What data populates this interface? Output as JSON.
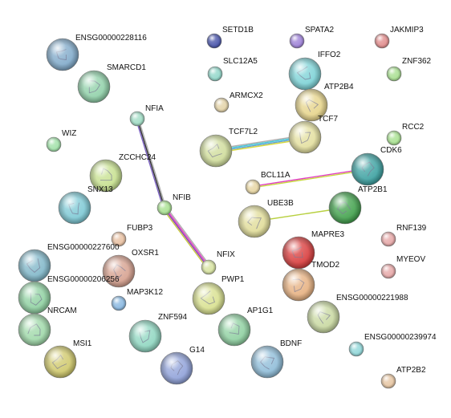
{
  "nodes": [
    {
      "id": "ENSG00000228116",
      "color": "#7fa9c9",
      "size": "large",
      "structure": true
    },
    {
      "id": "SETD1B",
      "color": "#4450a8",
      "size": "small",
      "structure": false
    },
    {
      "id": "SPATA2",
      "color": "#9b7ed6",
      "size": "small",
      "structure": false
    },
    {
      "id": "JAKMIP3",
      "color": "#e08a8a",
      "size": "small",
      "structure": false
    },
    {
      "id": "SMARCD1",
      "color": "#8fd0a8",
      "size": "large",
      "structure": true
    },
    {
      "id": "SLC12A5",
      "color": "#8fd6c8",
      "size": "small",
      "structure": false
    },
    {
      "id": "IFFO2",
      "color": "#7cd2d6",
      "size": "large",
      "structure": true
    },
    {
      "id": "ZNF362",
      "color": "#a6de8e",
      "size": "small",
      "structure": false
    },
    {
      "id": "ATP2B4",
      "color": "#e6d48a",
      "size": "large",
      "structure": true
    },
    {
      "id": "ARMCX2",
      "color": "#e3d2a6",
      "size": "small",
      "structure": false
    },
    {
      "id": "NFIA",
      "color": "#9fdcc4",
      "size": "small",
      "structure": false
    },
    {
      "id": "TCF7",
      "color": "#e3df9e",
      "size": "large",
      "structure": true
    },
    {
      "id": "WIZ",
      "color": "#9ee0a6",
      "size": "small",
      "structure": false
    },
    {
      "id": "TCF7L2",
      "color": "#cfdc9a",
      "size": "large",
      "structure": true
    },
    {
      "id": "RCC2",
      "color": "#a6e08e",
      "size": "small",
      "structure": false
    },
    {
      "id": "CDK6",
      "color": "#3aa0a0",
      "size": "large",
      "structure": true
    },
    {
      "id": "ZCCHC24",
      "color": "#c6e08e",
      "size": "large",
      "structure": true
    },
    {
      "id": "BCL11A",
      "color": "#e6d4a0",
      "size": "small",
      "structure": false
    },
    {
      "id": "SNX13",
      "color": "#7cc8d4",
      "size": "large",
      "structure": true
    },
    {
      "id": "NFIB",
      "color": "#a6e08e",
      "size": "small",
      "structure": false
    },
    {
      "id": "ATP2B1",
      "color": "#3fa04a",
      "size": "large",
      "structure": true
    },
    {
      "id": "UBE3B",
      "color": "#e0dc98",
      "size": "large",
      "structure": true
    },
    {
      "id": "FUBP3",
      "color": "#e8bfa0",
      "size": "small",
      "structure": false
    },
    {
      "id": "RNF139",
      "color": "#e6a6a6",
      "size": "small",
      "structure": false
    },
    {
      "id": "ENSG00000227600",
      "color": "#7fb6c8",
      "size": "large",
      "structure": true
    },
    {
      "id": "MAPRE3",
      "color": "#d83a3a",
      "size": "large",
      "structure": true
    },
    {
      "id": "OXSR1",
      "color": "#d6a08e",
      "size": "large",
      "structure": true
    },
    {
      "id": "NFIX",
      "color": "#d6e29e",
      "size": "small",
      "structure": false
    },
    {
      "id": "MYEOV",
      "color": "#e6a6a6",
      "size": "small",
      "structure": false
    },
    {
      "id": "TMOD2",
      "color": "#e6b080",
      "size": "large",
      "structure": true
    },
    {
      "id": "ENSG00000206256",
      "color": "#8ed0a0",
      "size": "large",
      "structure": true
    },
    {
      "id": "PWP1",
      "color": "#d8e08e",
      "size": "large",
      "structure": true
    },
    {
      "id": "MAP3K12",
      "color": "#86b6e0",
      "size": "small",
      "structure": false
    },
    {
      "id": "ENSG00000221988",
      "color": "#c8d8a0",
      "size": "large",
      "structure": true
    },
    {
      "id": "NRCAM",
      "color": "#9ed8a8",
      "size": "large",
      "structure": true
    },
    {
      "id": "AP1G1",
      "color": "#8ed0a0",
      "size": "large",
      "structure": true
    },
    {
      "id": "ZNF594",
      "color": "#8ed6c0",
      "size": "large",
      "structure": true
    },
    {
      "id": "ENSG00000239974",
      "color": "#8ed6d8",
      "size": "small",
      "structure": false
    },
    {
      "id": "MSI1",
      "color": "#cfc86a",
      "size": "large",
      "structure": true
    },
    {
      "id": "BDNF",
      "color": "#8ebcd8",
      "size": "large",
      "structure": true
    },
    {
      "id": "G14",
      "color": "#8ea0d8",
      "size": "large",
      "structure": true
    },
    {
      "id": "ATP2B2",
      "color": "#e6c4a0",
      "size": "small",
      "structure": false
    }
  ],
  "edges": [
    {
      "source": "NFIA",
      "target": "NFIB",
      "colors": [
        "#b0b0b0",
        "#303030",
        "#7a60c0"
      ]
    },
    {
      "source": "NFIB",
      "target": "NFIX",
      "colors": [
        "#b0b0b0",
        "#e040c0",
        "#8040b0",
        "#c8c840"
      ]
    },
    {
      "source": "TCF7L2",
      "target": "TCF7",
      "colors": [
        "#b0b0b0",
        "#40c8d8",
        "#60a0d0",
        "#d8d840"
      ]
    },
    {
      "source": "BCL11A",
      "target": "CDK6",
      "colors": [
        "#e040c0",
        "#c8d840"
      ]
    },
    {
      "source": "UBE3B",
      "target": "ATP2B1",
      "colors": [
        "#b8d040"
      ]
    }
  ]
}
